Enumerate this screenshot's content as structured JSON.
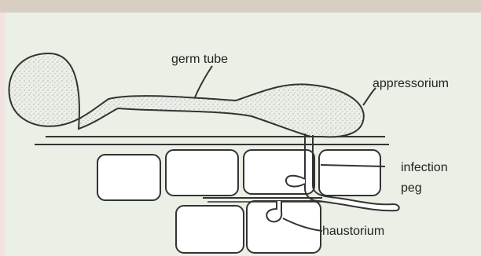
{
  "labels": {
    "germ_tube": "germ tube",
    "appressorium": "appressorium",
    "infection_line1": "infection",
    "infection_line2": "peg",
    "haustorium": "haustorium"
  },
  "colors": {
    "background_panel": "#eaf0e6",
    "outline": "#333333",
    "cell_fill": "#ffffff",
    "spore_fill": "#e9ece6"
  }
}
